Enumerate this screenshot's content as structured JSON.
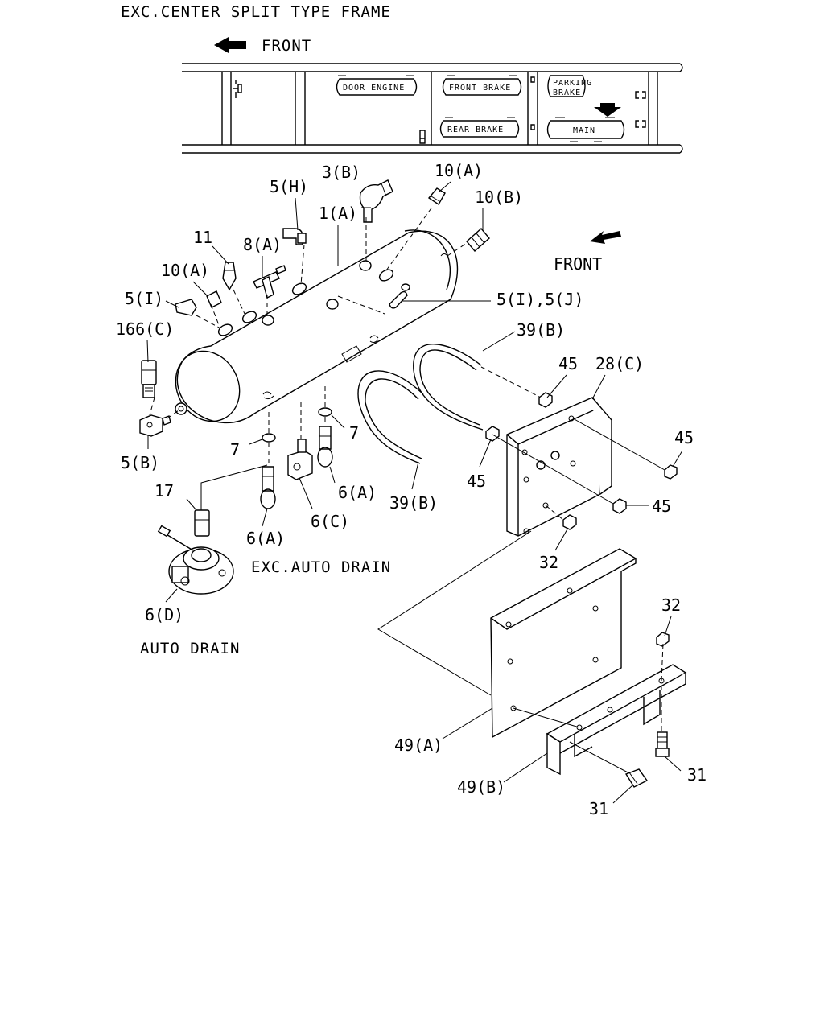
{
  "header": {
    "title": "EXC.CENTER SPLIT TYPE FRAME",
    "front_top": "FRONT",
    "front_side": "FRONT"
  },
  "frame_tanks": {
    "door_engine": "DOOR ENGINE",
    "front_brake": "FRONT BRAKE",
    "parking_brake_1": "PARKING",
    "parking_brake_2": "BRAKE",
    "rear_brake": "REAR BRAKE",
    "main": "MAIN"
  },
  "notes": {
    "exc_auto_drain": "EXC.AUTO DRAIN",
    "auto_drain": "AUTO DRAIN"
  },
  "callouts": [
    {
      "id": "c-3b",
      "text": "3(B)"
    },
    {
      "id": "c-10a-top",
      "text": "10(A)"
    },
    {
      "id": "c-5h",
      "text": "5(H)"
    },
    {
      "id": "c-1a",
      "text": "1(A)"
    },
    {
      "id": "c-10b",
      "text": "10(B)"
    },
    {
      "id": "c-11",
      "text": "11"
    },
    {
      "id": "c-8a",
      "text": "8(A)"
    },
    {
      "id": "c-10a-left",
      "text": "10(A)"
    },
    {
      "id": "c-5i",
      "text": "5(I)"
    },
    {
      "id": "c-5i5j",
      "text": "5(I),5(J)"
    },
    {
      "id": "c-166c",
      "text": "166(C)"
    },
    {
      "id": "c-39b-top",
      "text": "39(B)"
    },
    {
      "id": "c-45-top",
      "text": "45"
    },
    {
      "id": "c-28c",
      "text": "28(C)"
    },
    {
      "id": "c-45-right",
      "text": "45"
    },
    {
      "id": "c-7-left",
      "text": "7"
    },
    {
      "id": "c-7-right",
      "text": "7"
    },
    {
      "id": "c-5b",
      "text": "5(B)"
    },
    {
      "id": "c-45-mid",
      "text": "45"
    },
    {
      "id": "c-45-low",
      "text": "45"
    },
    {
      "id": "c-17",
      "text": "17"
    },
    {
      "id": "c-6a-right",
      "text": "6(A)"
    },
    {
      "id": "c-39b-low",
      "text": "39(B)"
    },
    {
      "id": "c-6c",
      "text": "6(C)"
    },
    {
      "id": "c-6a-left",
      "text": "6(A)"
    },
    {
      "id": "c-32-mid",
      "text": "32"
    },
    {
      "id": "c-32-right",
      "text": "32"
    },
    {
      "id": "c-6d",
      "text": "6(D)"
    },
    {
      "id": "c-49a",
      "text": "49(A)"
    },
    {
      "id": "c-31-right",
      "text": "31"
    },
    {
      "id": "c-49b",
      "text": "49(B)"
    },
    {
      "id": "c-31-low",
      "text": "31"
    }
  ]
}
